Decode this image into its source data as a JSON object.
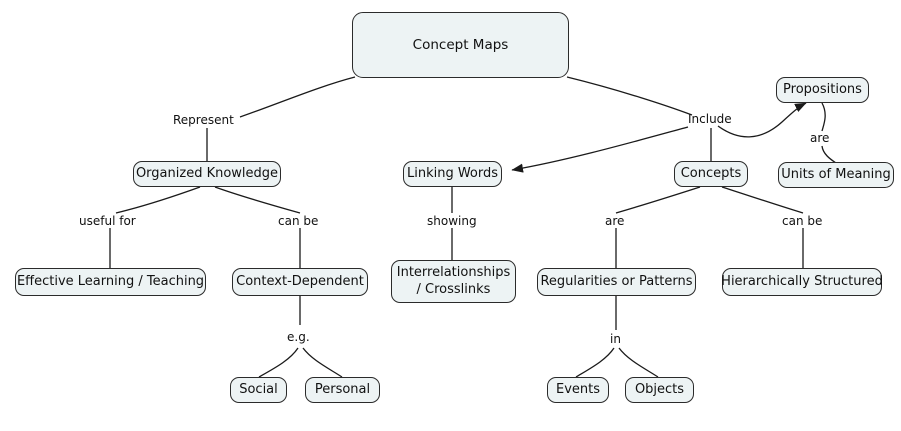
{
  "diagram": {
    "title": "Concept Maps",
    "background": "#ffffff",
    "node_fill": "#edf3f4",
    "node_stroke": "#2b2b2b",
    "line_color": "#1a1a1a",
    "nodes": [
      {
        "id": "concept-maps",
        "label": "Concept Maps"
      },
      {
        "id": "organized-knowledge",
        "label": "Organized Knowledge"
      },
      {
        "id": "linking-words",
        "label": "Linking Words"
      },
      {
        "id": "concepts",
        "label": "Concepts"
      },
      {
        "id": "propositions",
        "label": "Propositions"
      },
      {
        "id": "units-of-meaning",
        "label": "Units of Meaning"
      },
      {
        "id": "effective-learning",
        "label": "Effective Learning / Teaching"
      },
      {
        "id": "context-dependent",
        "label": "Context-Dependent"
      },
      {
        "id": "interrelationships",
        "label": "Interrelationships",
        "label2": "/ Crosslinks"
      },
      {
        "id": "regularities",
        "label": "Regularities or Patterns"
      },
      {
        "id": "hierarchically",
        "label": "Hierarchically Structured"
      },
      {
        "id": "social",
        "label": "Social"
      },
      {
        "id": "personal",
        "label": "Personal"
      },
      {
        "id": "events",
        "label": "Events"
      },
      {
        "id": "objects",
        "label": "Objects"
      }
    ],
    "edge_labels": [
      {
        "id": "represent",
        "text": "Represent"
      },
      {
        "id": "include",
        "text": "Include"
      },
      {
        "id": "are-props",
        "text": "are"
      },
      {
        "id": "useful-for",
        "text": "useful for"
      },
      {
        "id": "can-be-ctx",
        "text": "can be"
      },
      {
        "id": "showing",
        "text": "showing"
      },
      {
        "id": "are-reg",
        "text": "are"
      },
      {
        "id": "can-be-hier",
        "text": "can be"
      },
      {
        "id": "eg",
        "text": "e.g."
      },
      {
        "id": "in",
        "text": "in"
      }
    ]
  }
}
